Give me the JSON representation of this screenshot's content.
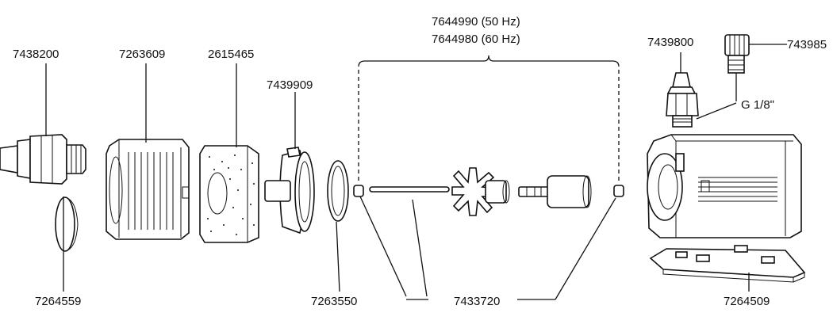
{
  "labels": {
    "nozzle": "7438200",
    "cap": "7264559",
    "strainer": "7263609",
    "sponge": "2615465",
    "impeller_cover": "7439909",
    "o_ring": "7263550",
    "impeller_50hz": "7644990 (50 Hz)",
    "impeller_60hz": "7644980 (60 Hz)",
    "shaft_set": "7433720",
    "hose_adapter": "7439800",
    "screw_cap": "743985",
    "thread_size": "G 1/8ʺ",
    "base_plate": "7264509"
  }
}
